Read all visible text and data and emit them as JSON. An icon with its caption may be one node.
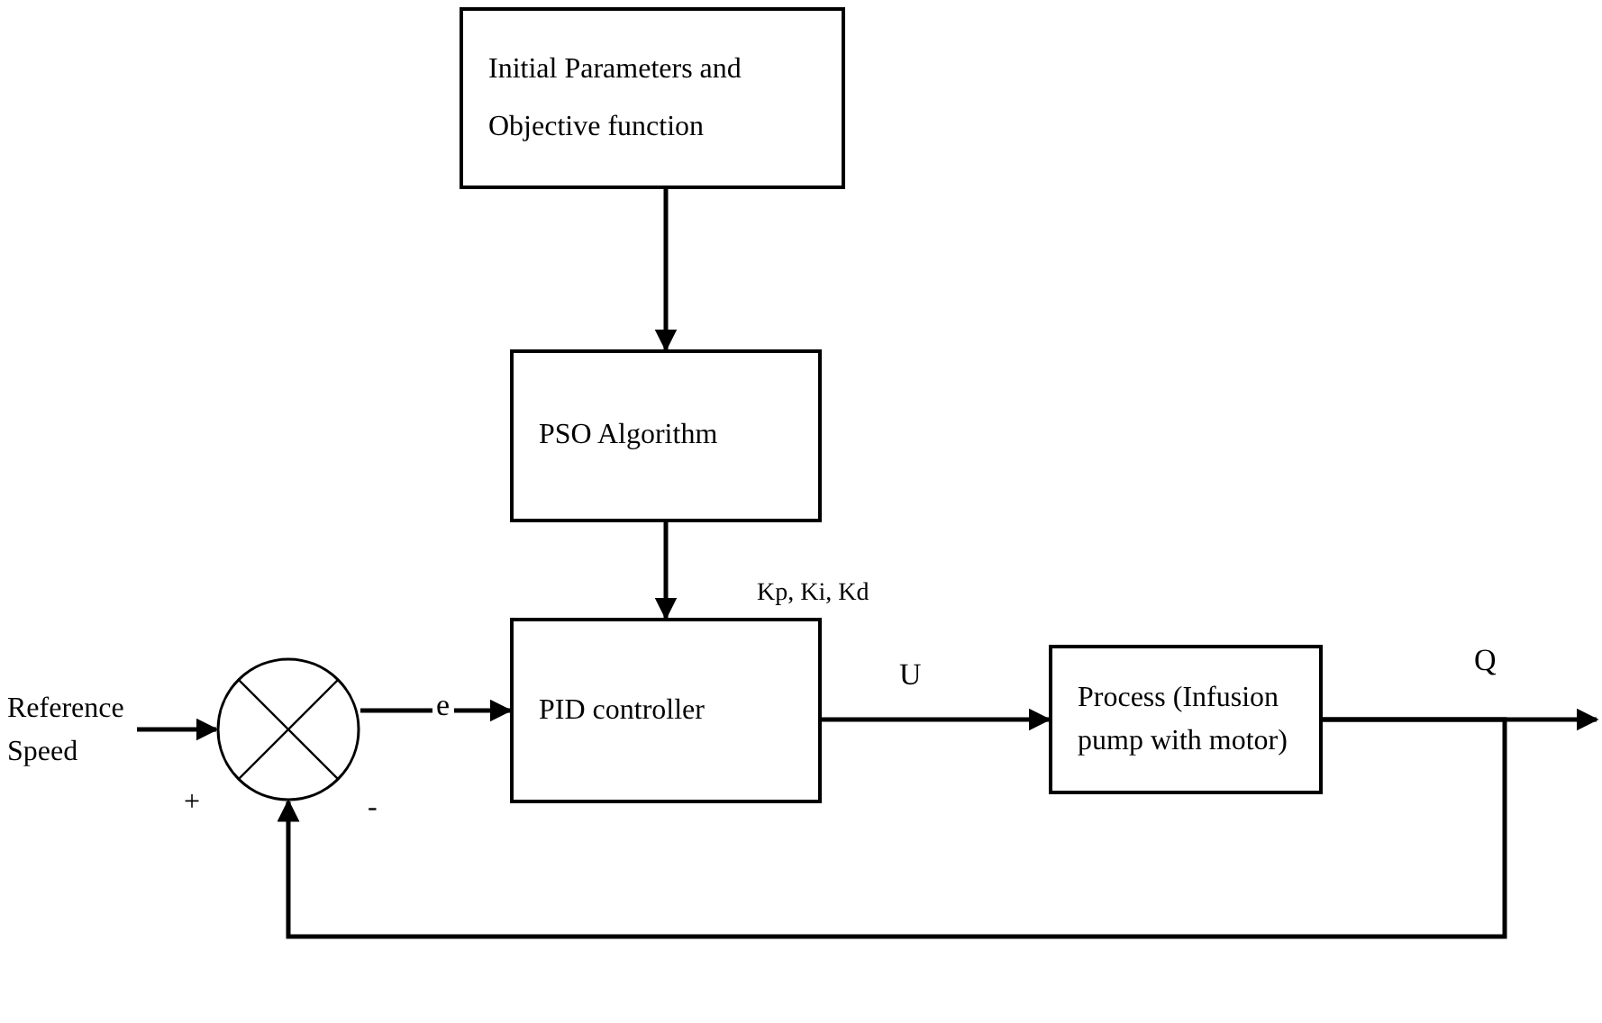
{
  "diagram": {
    "nodes": [
      {
        "text": [
          "Initial Parameters and Objective function"
        ]
      },
      {
        "text": [
          "PSO Algorithm"
        ]
      },
      {
        "text": [
          "PID controller"
        ]
      },
      {
        "text": [
          "Process (Infusion pump with motor)"
        ]
      },
      {
        "text": [],
        "shape": "circle"
      },
      {
        "text": [
          "Reference Speed"
        ]
      }
    ],
    "edges": [
      {
        "from": 0,
        "to": 1,
        "arrow": "to"
      },
      {
        "from": 1,
        "to": 2,
        "arrow": "to",
        "label": "Kp, Ki, Kd"
      },
      {
        "from": 5,
        "to": 4,
        "arrow": "to"
      },
      {
        "from": 4,
        "to": 2,
        "arrow": "to",
        "label": "e"
      },
      {
        "from": 2,
        "to": 3,
        "arrow": "to",
        "label": "U"
      },
      {
        "from": 3,
        "to": null,
        "arrow": "to",
        "label": "Q"
      },
      {
        "from": 3,
        "to": 4,
        "arrow": "to"
      }
    ],
    "labels": [
      "+",
      "-"
    ]
  }
}
